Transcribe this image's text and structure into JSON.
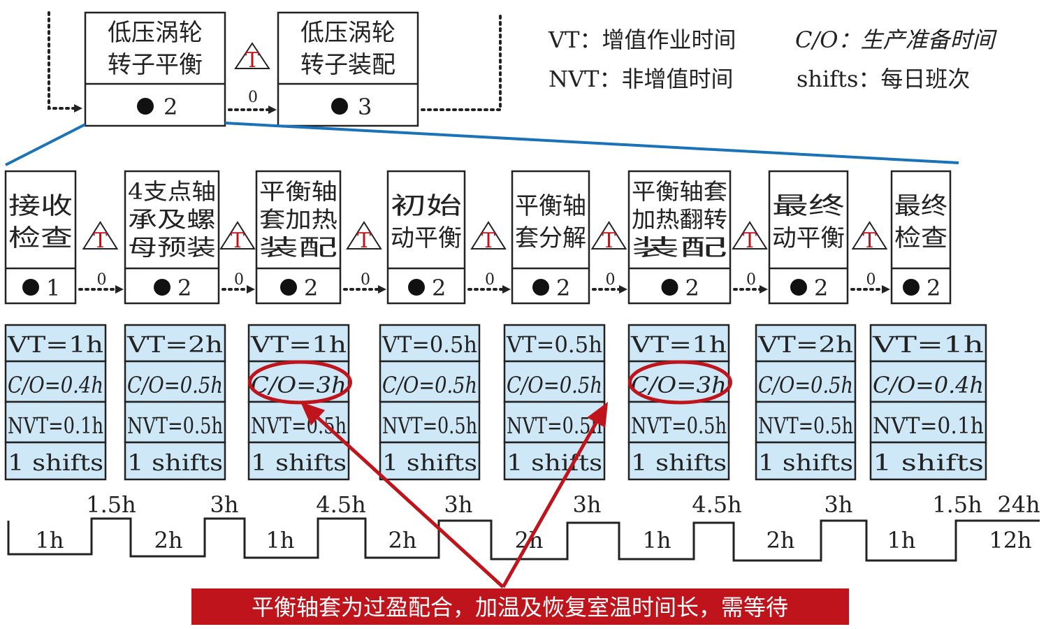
{
  "legend": {
    "vt": "VT：增值作业时间",
    "co": "C/O：生产准备时间",
    "nvt": "NVT：非增值时间",
    "shifts": "shifts：每日班次"
  },
  "top_processes": [
    {
      "line1": "低压涡轮",
      "line2": "转子平衡",
      "operators": "2"
    },
    {
      "line1": "低压涡轮",
      "line2": "转子装配",
      "operators": "3"
    }
  ],
  "top_transfer_label": "0",
  "inventory_symbol": "T",
  "processes": [
    {
      "lines": [
        "接收",
        "检查"
      ],
      "operators": "1"
    },
    {
      "lines": [
        "4支点轴",
        "承及螺",
        "母预装"
      ],
      "operators": "2"
    },
    {
      "lines": [
        "平衡轴",
        "套加热",
        "装配"
      ],
      "operators": "2"
    },
    {
      "lines": [
        "初始",
        "动平衡"
      ],
      "operators": "2"
    },
    {
      "lines": [
        "平衡轴",
        "套分解"
      ],
      "operators": "2"
    },
    {
      "lines": [
        "平衡轴套",
        "加热翻转",
        "装配"
      ],
      "operators": "2"
    },
    {
      "lines": [
        "最终",
        "动平衡"
      ],
      "operators": "2"
    },
    {
      "lines": [
        "最终",
        "检查"
      ],
      "operators": "2"
    }
  ],
  "transfer_labels": [
    "0",
    "0",
    "0",
    "0",
    "0",
    "0",
    "0"
  ],
  "data_boxes": [
    {
      "vt": "VT=1h",
      "co": "C/O=0.4h",
      "nvt": "NVT=0.1h",
      "shifts": "1 shifts"
    },
    {
      "vt": "VT=2h",
      "co": "C/O=0.5h",
      "nvt": "NVT=0.5h",
      "shifts": "1 shifts"
    },
    {
      "vt": "VT=1h",
      "co": "C/O=3h",
      "nvt": "NVT=0.5h",
      "shifts": "1 shifts"
    },
    {
      "vt": "VT=0.5h",
      "co": "C/O=0.5h",
      "nvt": "NVT=0.5h",
      "shifts": "1 shifts"
    },
    {
      "vt": "VT=0.5h",
      "co": "C/O=0.5h",
      "nvt": "NVT=0.5h",
      "shifts": "1 shifts"
    },
    {
      "vt": "VT=1h",
      "co": "C/O=3h",
      "nvt": "NVT=0.5h",
      "shifts": "1 shifts"
    },
    {
      "vt": "VT=2h",
      "co": "C/O=0.5h",
      "nvt": "NVT=0.5h",
      "shifts": "1 shifts"
    },
    {
      "vt": "VT=1h",
      "co": "C/O=0.4h",
      "nvt": "NVT=0.1h",
      "shifts": "1 shifts"
    }
  ],
  "highlighted_boxes": [
    2,
    5
  ],
  "timeline": {
    "low_labels": [
      "1h",
      "2h",
      "1h",
      "2h",
      "2h",
      "1h",
      "2h",
      "1h"
    ],
    "high_labels": [
      "1.5h",
      "3h",
      "4.5h",
      "3h",
      "3h",
      "4.5h",
      "3h",
      "1.5h"
    ],
    "total_lead_time": "24h",
    "total_value_time": "12h"
  },
  "callout": "平衡轴套为过盈配合，加温及恢复室温时间长，需等待",
  "colors": {
    "accent_blue": "#1a72b8",
    "highlight_red": "#c0141c",
    "cell_fill": "#cfe8f7",
    "ink": "#222222"
  }
}
